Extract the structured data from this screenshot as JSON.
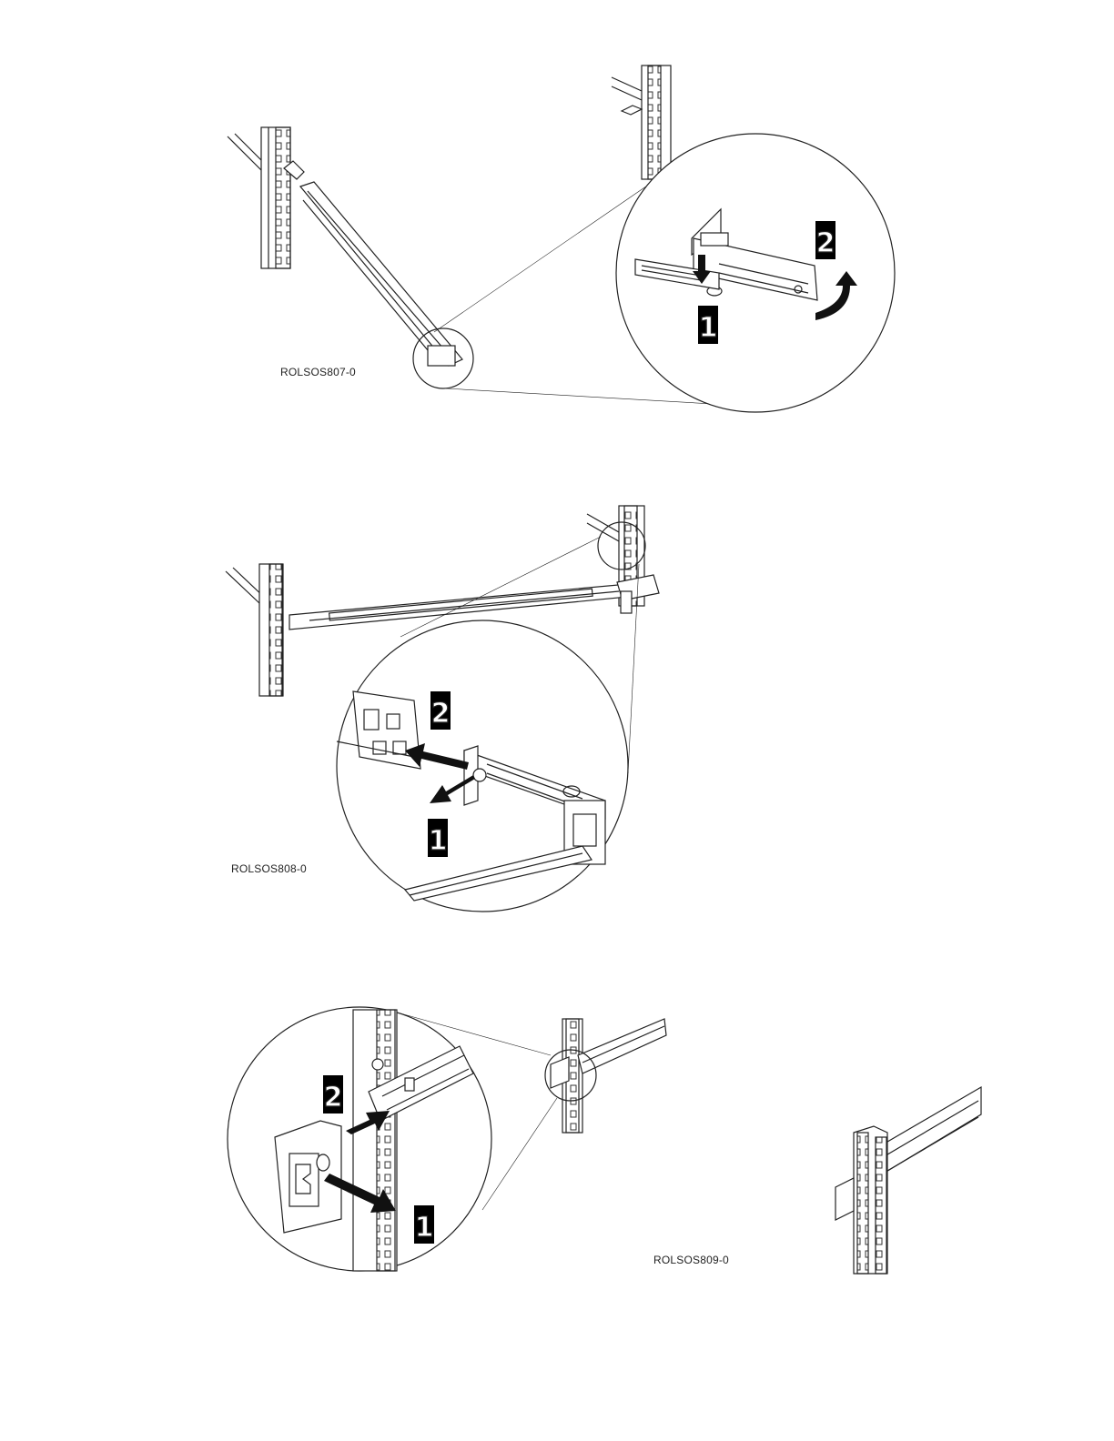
{
  "figures": [
    {
      "caption": "ROLSOS807-0",
      "steps": [
        "1",
        "2"
      ]
    },
    {
      "caption": "ROLSOS808-0",
      "steps": [
        "1",
        "2"
      ]
    },
    {
      "caption": "ROLSOS809-0",
      "steps": [
        "1",
        "2"
      ]
    }
  ],
  "colors": {
    "line": "#222222",
    "fill": "#ffffff",
    "label_bg": "#000000"
  }
}
